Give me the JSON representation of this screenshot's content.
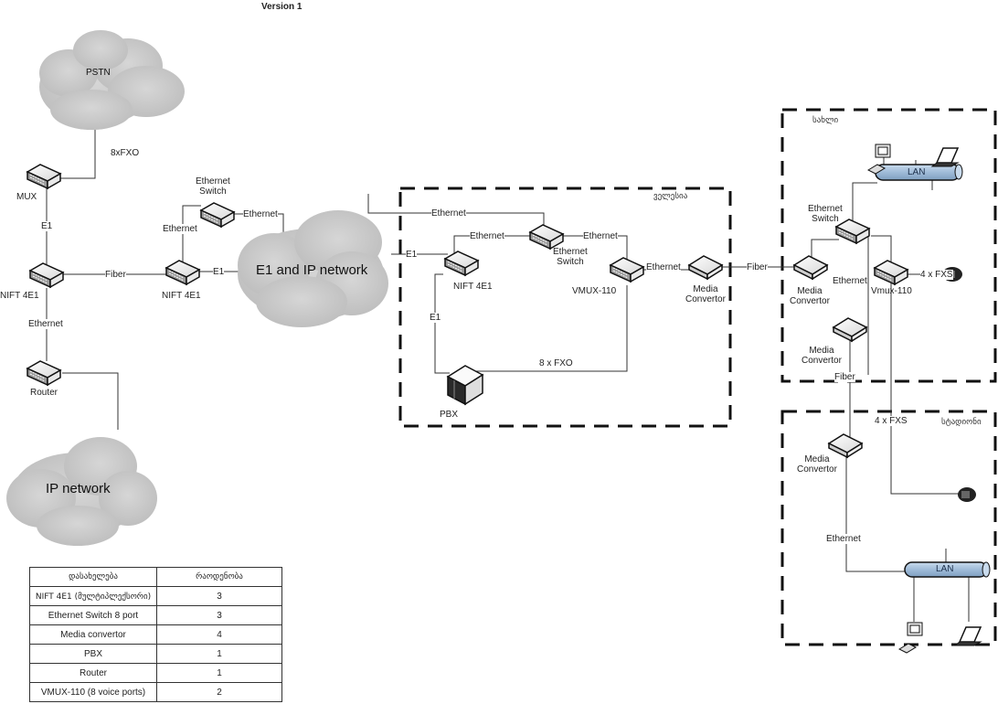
{
  "title": "Version 1",
  "clouds": {
    "pstn": "PSTN",
    "e1_ip": "E1 and IP network",
    "ip": "IP network"
  },
  "zones": {
    "zone1": "ველესია",
    "zone2": "სახლი",
    "zone3": "სტადიონი"
  },
  "devices": {
    "mux": "MUX",
    "nift_left": "NIFT 4E1",
    "nift_mid": "NIFT 4E1",
    "router": "Router",
    "eth_switch_left_line1": "Ethernet",
    "eth_switch_left_line2": "Switch",
    "nift_zone1": "NIFT 4E1",
    "eth_switch_zone1_line1": "Ethernet",
    "eth_switch_zone1_line2": "Switch",
    "vmux_zone1": "VMUX-110",
    "pbx": "PBX",
    "media_conv_zone1_line1": "Media",
    "media_conv_zone1_line2": "Convertor",
    "eth_switch_zone2_line1": "Ethernet",
    "eth_switch_zone2_line2": "Switch",
    "media_conv_zone2a_line1": "Media",
    "media_conv_zone2a_line2": "Convertor",
    "media_conv_zone2b_line1": "Media",
    "media_conv_zone2b_line2": "Convertor",
    "vmux_zone2": "Vmux-110",
    "lan_zone2": "LAN",
    "media_conv_zone3_line1": "Media",
    "media_conv_zone3_line2": "Convertor",
    "lan_zone3": "LAN"
  },
  "links": {
    "pstn_mux": "8xFXO",
    "mux_nift": "E1",
    "nift_fiber": "Fiber",
    "nift_router": "Ethernet",
    "nift_mid_e1": "E1",
    "nift_mid_switch": "Ethernet",
    "switch_cloud": "Ethernet",
    "cloud_zone1_eth": "Ethernet",
    "cloud_zone1_e1": "E1",
    "nift_z1_switch": "Ethernet",
    "switch_vmux": "Ethernet",
    "vmux_media": "Ethernet",
    "nift_pbx": "E1",
    "pbx_vmux": "8 x FXO",
    "zone1_zone2_fiber": "Fiber",
    "zone2_switch_media": "Ethernet",
    "vmux_phone": "4 x FXS",
    "zone2_zone3_fiber": "Fiber",
    "zone3_fxs": "4 x FXS",
    "zone3_eth": "Ethernet"
  },
  "legend_table": {
    "headers": [
      "დასახელება",
      "რაოდენობა"
    ],
    "rows": [
      {
        "name": "NIFT 4E1 (მულტიპლექსორი)",
        "qty": "3"
      },
      {
        "name": "Ethernet Switch 8 port",
        "qty": "3"
      },
      {
        "name": "Media convertor",
        "qty": "4"
      },
      {
        "name": "PBX",
        "qty": "1"
      },
      {
        "name": "Router",
        "qty": "1"
      },
      {
        "name": "VMUX-110 (8 voice ports)",
        "qty": "2"
      }
    ]
  },
  "colors": {
    "cloud": "#c4c4c4",
    "lan": "#a9c3dc",
    "line": "#333333"
  }
}
